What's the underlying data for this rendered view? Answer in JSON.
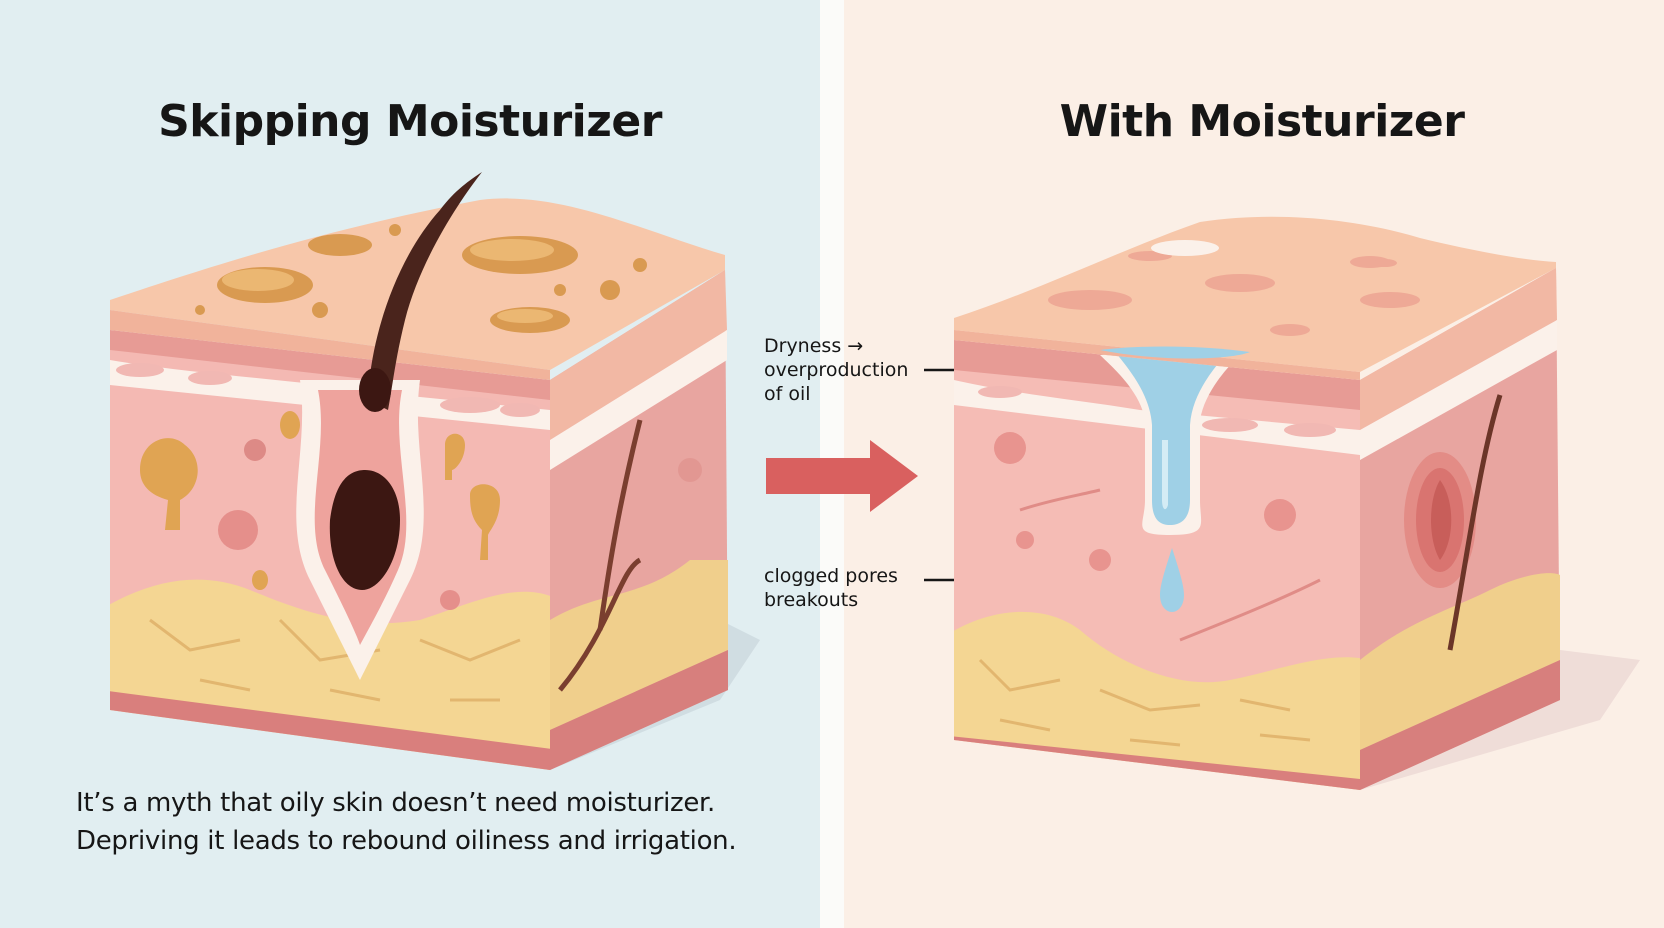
{
  "panels": {
    "left": {
      "title": "Skipping Moisturizer",
      "background": "#e1eef1"
    },
    "right": {
      "title": "With Moisturizer",
      "background": "#fbefe6"
    }
  },
  "annotations": {
    "dryness_lines": [
      "Dryness →",
      "overproduction",
      "of oil"
    ],
    "clogged_lines": [
      "clogged pores",
      "breakouts"
    ]
  },
  "caption": {
    "line1": "It’s a myth that oily skin doesn’t need moisturizer.",
    "line2": "Depriving it leads to rebound oiliness and irrigation."
  },
  "colors": {
    "skin_top": "#f6c6a9",
    "dermis": "#f4b6b0",
    "fat": "#f3d28f",
    "oil": "#e0a453",
    "water": "#9fd0e6",
    "arrow": "#d9605f",
    "hair": "#4a241c"
  },
  "icons": [
    "right-arrow-icon",
    "water-drop-icon",
    "hair-follicle-icon",
    "oil-droplet-icon"
  ]
}
